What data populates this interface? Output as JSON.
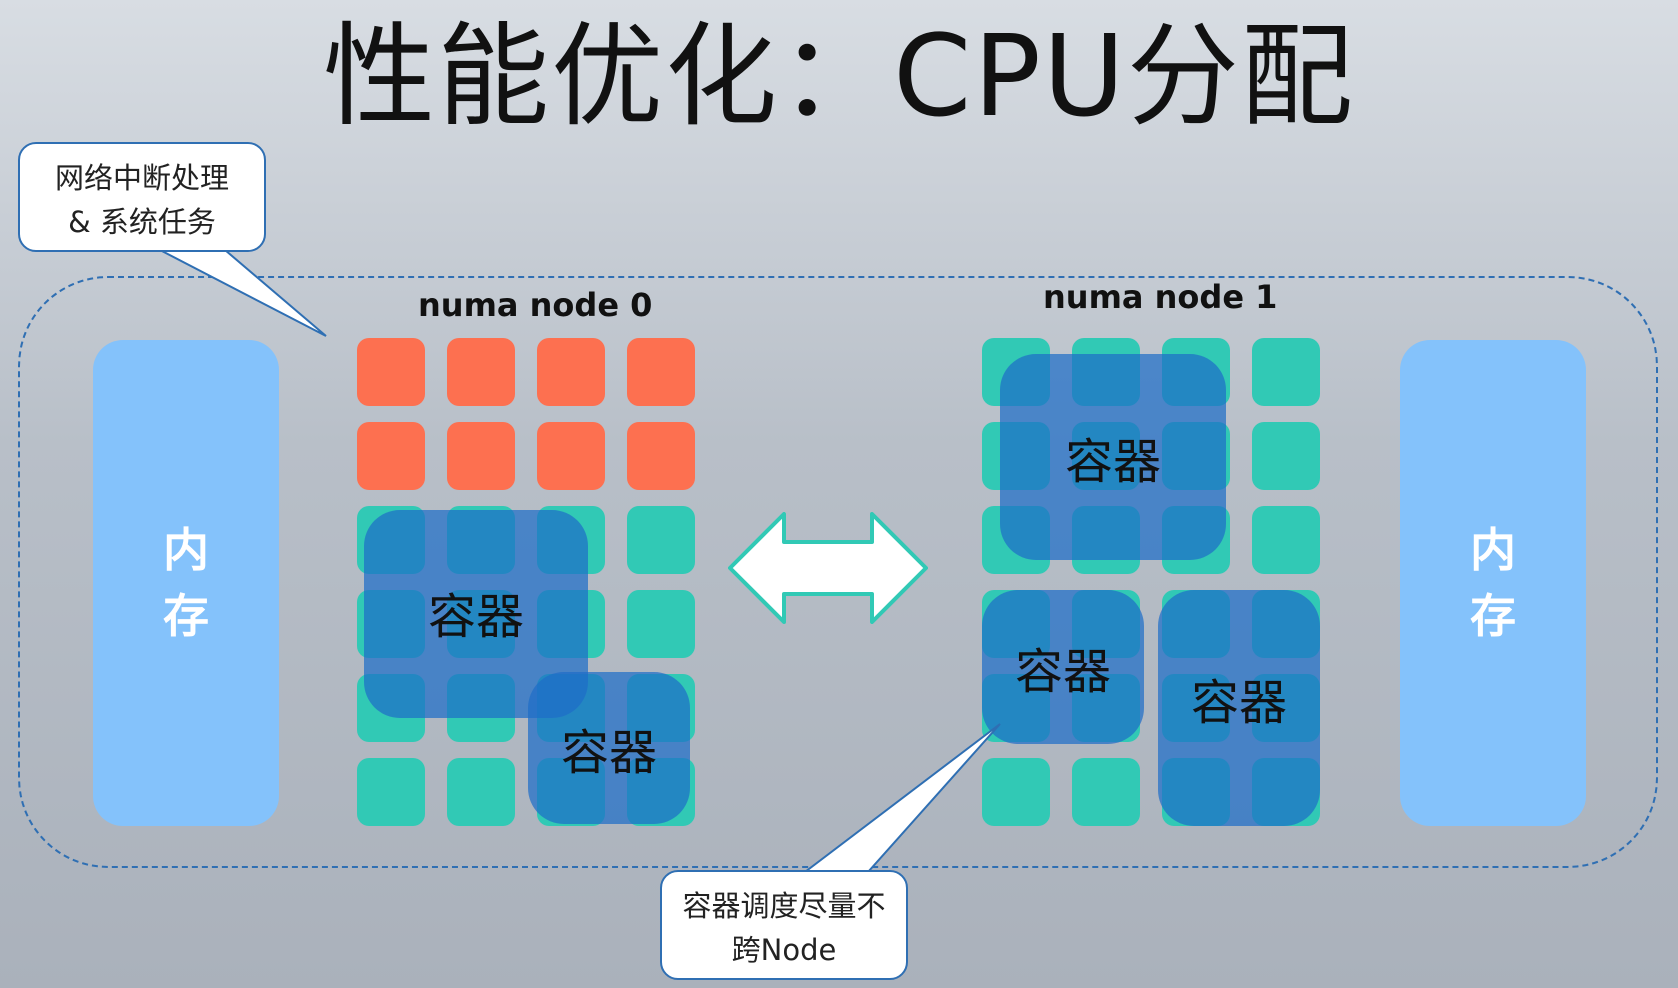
{
  "title": "性能优化：CPU分配",
  "callout_top": {
    "line1": "网络中断处理",
    "line2": "& 系统任务"
  },
  "callout_bottom": {
    "line1": "容器调度尽量不",
    "line2": "跨Node"
  },
  "memory_left": {
    "char1": "内",
    "char2": "存"
  },
  "memory_right": {
    "char1": "内",
    "char2": "存"
  },
  "node0": {
    "label": "numa node 0",
    "containers": [
      {
        "label": "容器"
      },
      {
        "label": "容器"
      }
    ]
  },
  "node1": {
    "label": "numa node 1",
    "containers": [
      {
        "label": "容器"
      },
      {
        "label": "容器"
      },
      {
        "label": "容器"
      }
    ]
  },
  "colors": {
    "system_core": "#fd7050",
    "free_core": "#31c9b5",
    "container": "#1e6ec8",
    "memory": "#84c2fb",
    "frame": "#2f6fb3"
  }
}
